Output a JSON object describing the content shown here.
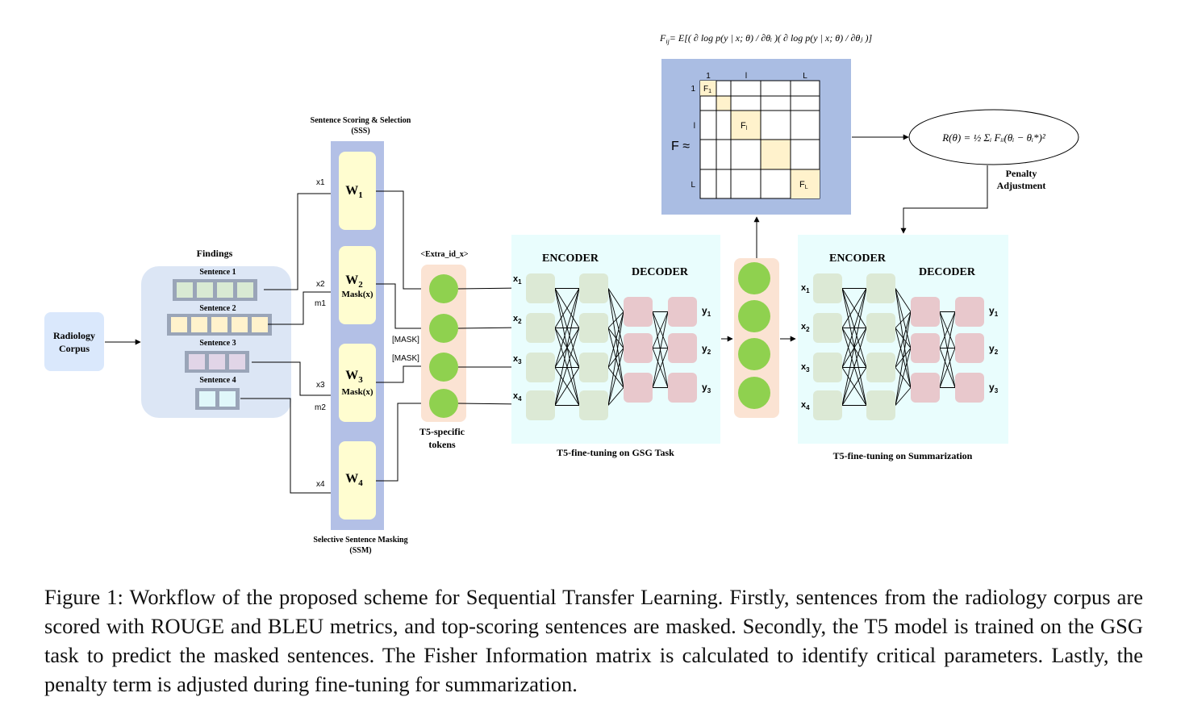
{
  "corpus": {
    "label_line1": "Radiology",
    "label_line2": "Corpus"
  },
  "findings": {
    "title": "Findings",
    "sentences": [
      "Sentence 1",
      "Sentence 2",
      "Sentence 3",
      "Sentence 4"
    ],
    "colors": [
      "#d9ead3",
      "#fff2cc",
      "#e1d5e7",
      "#e0f7fa"
    ]
  },
  "edges": {
    "x1": "x1",
    "x2": "x2",
    "m1": "m1",
    "x3": "x3",
    "m2": "m2",
    "x4": "x4"
  },
  "sss": {
    "title_line1": "Sentence Scoring & Selection",
    "title_line2": "(SSS)"
  },
  "ssm": {
    "title_line1": "Selective Sentence Masking",
    "title_line2": "(SSM)"
  },
  "weights": {
    "w": "W",
    "subs": [
      "1",
      "2",
      "3",
      "4"
    ],
    "mask_label": "Mask(x)"
  },
  "tokens": {
    "header": "<Extra_id_x>",
    "mask1": "[MASK]",
    "mask2": "[MASK]",
    "caption_line1": "T5-specific",
    "caption_line2": "tokens"
  },
  "gsg": {
    "encoder": "ENCODER",
    "decoder": "DECODER",
    "inputs": [
      "x",
      "x",
      "x",
      "x"
    ],
    "input_subs": [
      "1",
      "2",
      "3",
      "4"
    ],
    "outputs": [
      "y",
      "y",
      "y"
    ],
    "output_subs": [
      "1",
      "2",
      "3"
    ],
    "caption": "T5-fine-tuning on GSG Task"
  },
  "summ": {
    "encoder": "ENCODER",
    "decoder": "DECODER",
    "caption": "T5-fine-tuning on Summarization"
  },
  "fisher": {
    "formula_lhs": "F",
    "formula_lhs_sub": "ij",
    "formula_rhs": "= E[( ∂ log p(y | x; θ) / ∂θᵢ )( ∂ log p(y | x; θ) / ∂θⱼ )]",
    "approx": "F ≈",
    "col_labels": [
      "1",
      "l",
      "L"
    ],
    "row_labels": [
      "1",
      "l",
      "L"
    ],
    "cell_f1": "F",
    "cell_f1_sub": "1",
    "cell_fl": "F",
    "cell_fl_sub": "l",
    "cell_fL": "F",
    "cell_fL_sub": "L"
  },
  "penalty": {
    "formula": "R(θ) = ½ Σᵢ Fᵢᵢ(θᵢ − θᵢ*)²",
    "label_line1": "Penalty",
    "label_line2": "Adjustment"
  },
  "caption": "Figure 1: Workflow of the proposed scheme for Sequential Transfer Learning. Firstly, sentences from the radiology corpus are scored with ROUGE and BLEU metrics, and top-scoring sentences are masked. Secondly, the T5 model is trained on the GSG task to predict the masked sentences. The Fisher Information matrix is calculated to identify critical parameters. Lastly, the penalty term is adjusted during fine-tuning for summarization.",
  "colors": {
    "corpus_fill": "#dae8fc",
    "findings_fill": "#dce6f5",
    "sss_fill": "#b3c0e6",
    "weight_fill": "#fffdd0",
    "token_fill": "#fbe3d3",
    "token_node": "#8fd14f",
    "t5_fill": "#e9fdfd",
    "enc_node": "#dce9d5",
    "dec_node": "#e8c8cc",
    "fisher_fill": "#aabde3",
    "fisher_cell": "#fff2cc"
  }
}
